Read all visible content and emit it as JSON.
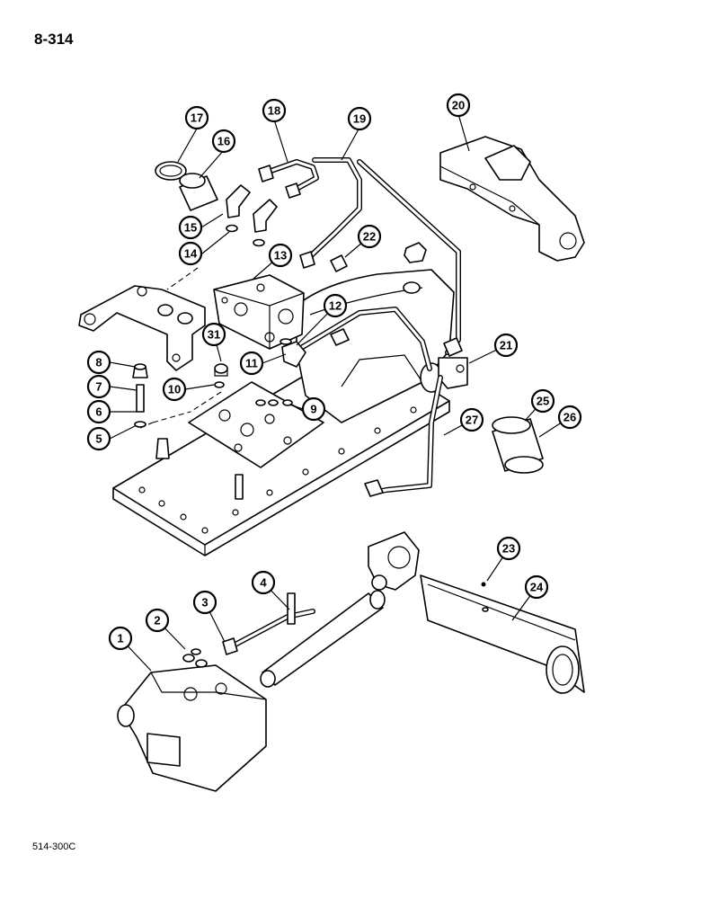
{
  "page_number": "8-314",
  "figure_code": "514-300C",
  "callouts": {
    "c1": "1",
    "c2": "2",
    "c3": "3",
    "c4": "4",
    "c5": "5",
    "c6": "6",
    "c7": "7",
    "c8": "8",
    "c9": "9",
    "c10": "10",
    "c11": "11",
    "c12": "12",
    "c13": "13",
    "c14": "14",
    "c15": "15",
    "c16": "16",
    "c17": "17",
    "c18": "18",
    "c19": "19",
    "c20": "20",
    "c21": "21",
    "c22": "22",
    "c23": "23",
    "c24": "24",
    "c25": "25",
    "c26": "26",
    "c27": "27",
    "c31": "31"
  }
}
